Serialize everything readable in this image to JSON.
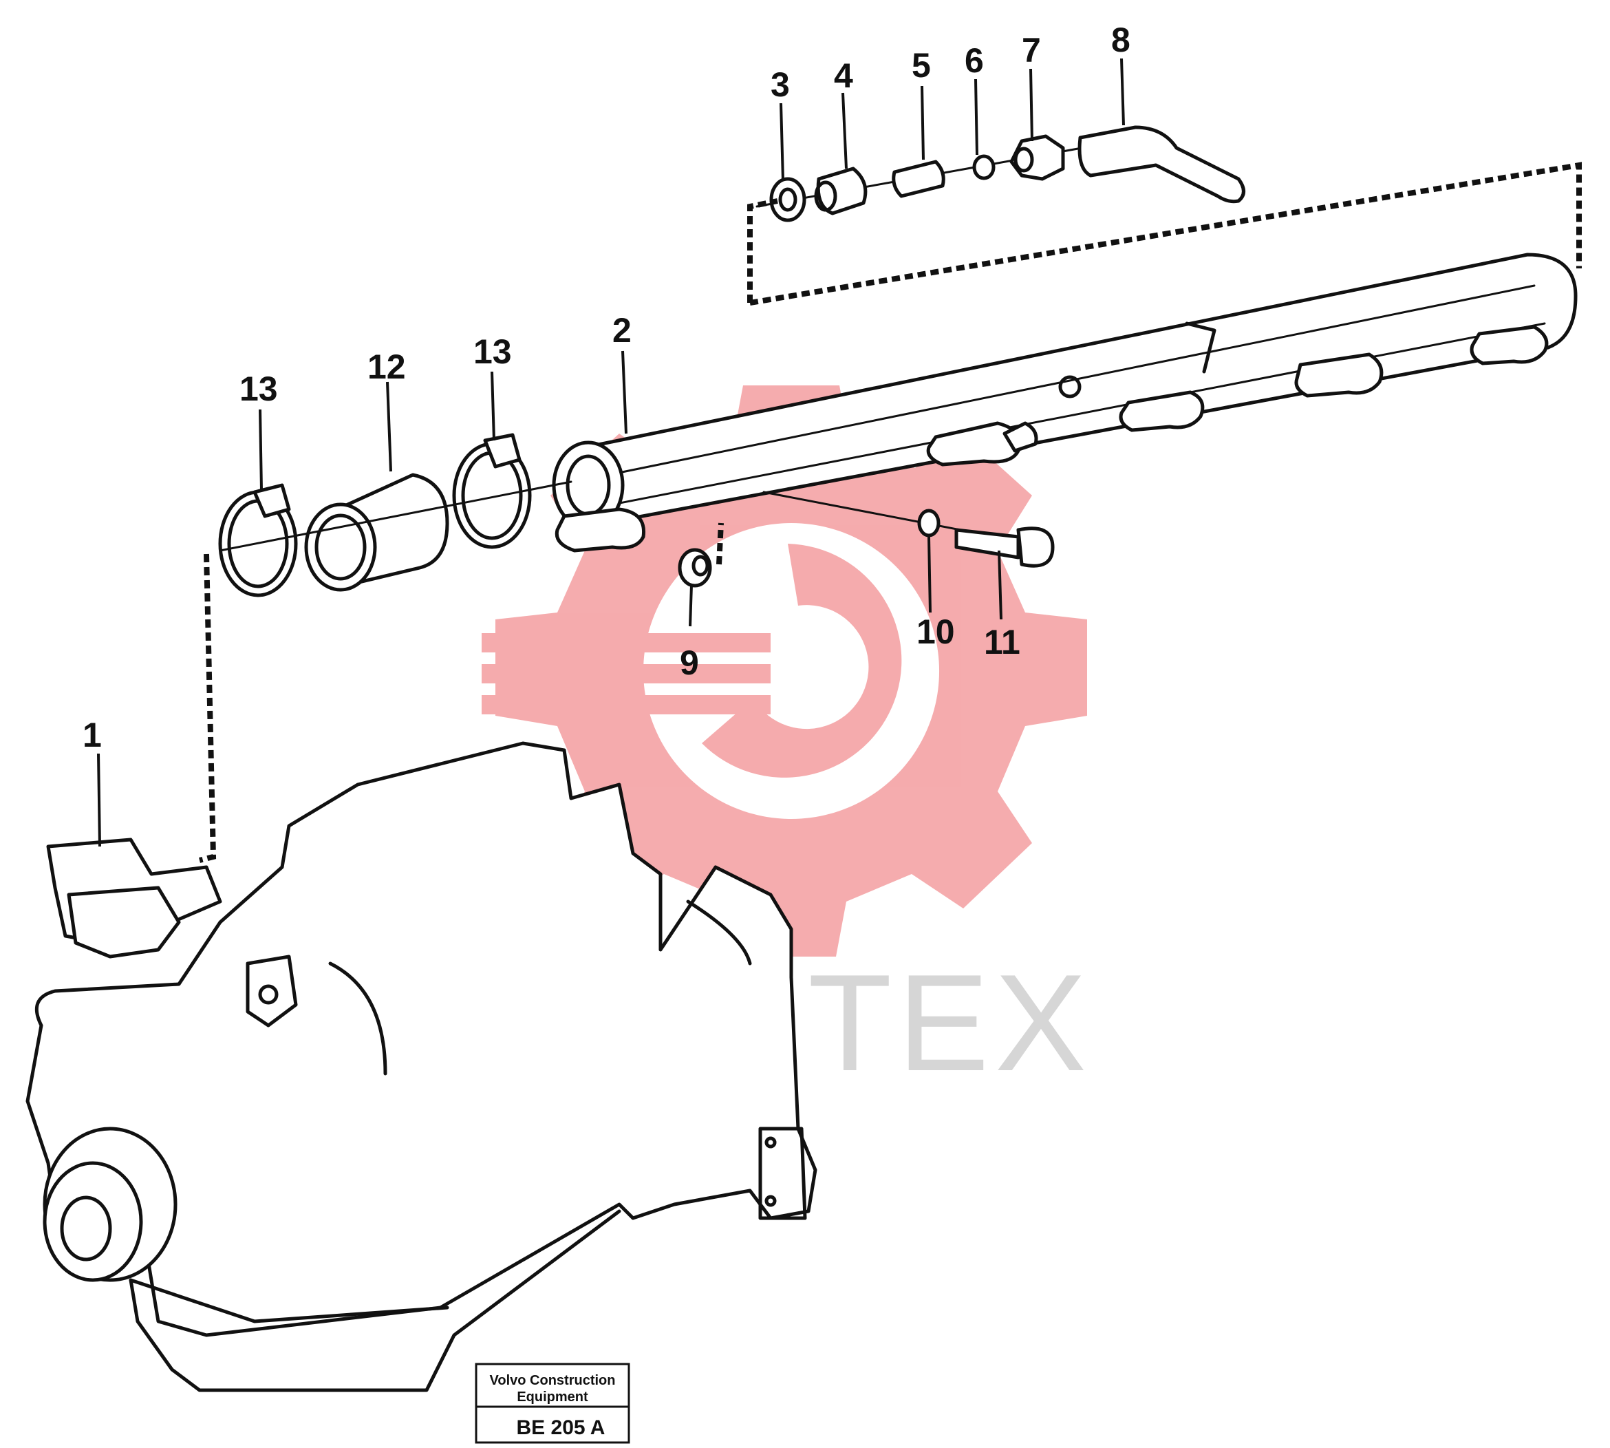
{
  "watermark": {
    "text": "ИНТЕХ",
    "logo_color": "#f4a3a5",
    "text_color": "#d6d6d6",
    "logo": "gear-wrench-logo"
  },
  "title_block": {
    "company_line1": "Volvo Construction",
    "company_line2": "Equipment",
    "drawing_code": "BE 205 A"
  },
  "callouts": [
    {
      "id": "1",
      "text": "1"
    },
    {
      "id": "2",
      "text": "2"
    },
    {
      "id": "3",
      "text": "3"
    },
    {
      "id": "4",
      "text": "4"
    },
    {
      "id": "5",
      "text": "5"
    },
    {
      "id": "6",
      "text": "6"
    },
    {
      "id": "7",
      "text": "7"
    },
    {
      "id": "8",
      "text": "8"
    },
    {
      "id": "9",
      "text": "9"
    },
    {
      "id": "10",
      "text": "10"
    },
    {
      "id": "11",
      "text": "11"
    },
    {
      "id": "12",
      "text": "12"
    },
    {
      "id": "13a",
      "text": "13"
    },
    {
      "id": "13b",
      "text": "13"
    }
  ]
}
